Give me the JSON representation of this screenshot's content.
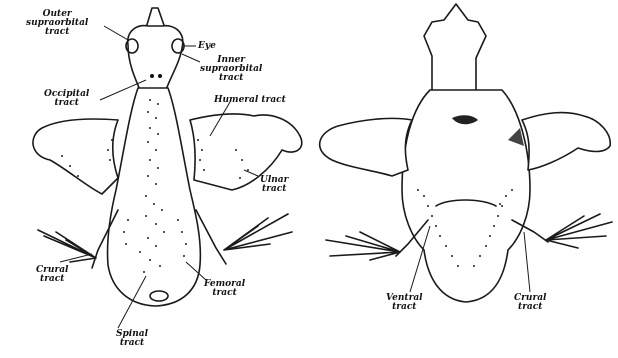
{
  "figure": {
    "labels": {
      "outer_supraorbital": [
        "Outer",
        "supraorbital",
        "tract"
      ],
      "eye": "Eye",
      "inner_supraorbital": [
        "Inner",
        "supraorbital",
        "tract"
      ],
      "occipital": [
        "Occipital",
        "tract"
      ],
      "humeral": "Humeral tract",
      "ulnar": [
        "Ulnar",
        "tract"
      ],
      "crural_left": [
        "Crural",
        "tract"
      ],
      "femoral": [
        "Femoral",
        "tract"
      ],
      "spinal": [
        "Spinal",
        "tract"
      ],
      "ventral": [
        "Ventral",
        "tract"
      ],
      "crural_right": [
        "Crural",
        "tract"
      ]
    }
  }
}
